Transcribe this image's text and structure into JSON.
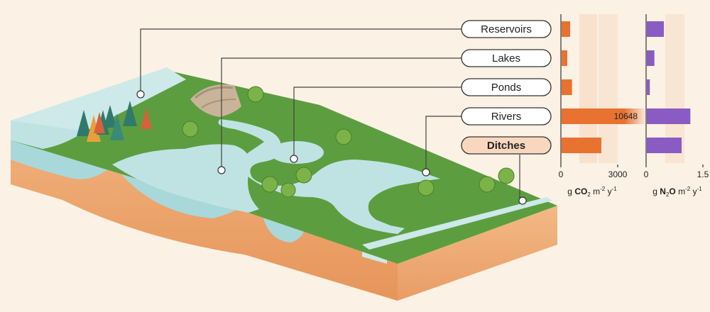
{
  "waterbodies": [
    {
      "id": "reservoirs",
      "label": "Reservoirs",
      "highlight": false
    },
    {
      "id": "lakes",
      "label": "Lakes",
      "highlight": false
    },
    {
      "id": "ponds",
      "label": "Ponds",
      "highlight": false
    },
    {
      "id": "rivers",
      "label": "Rivers",
      "highlight": false
    },
    {
      "id": "ditches",
      "label": "Ditches",
      "highlight": true
    }
  ],
  "chart_data": [
    {
      "type": "bar",
      "orientation": "horizontal",
      "categories": [
        "Reservoirs",
        "Lakes",
        "Ponds",
        "Rivers",
        "Ditches"
      ],
      "values": [
        450,
        300,
        550,
        10648,
        2100
      ],
      "data_labels": {
        "Rivers": "10648"
      },
      "xlim": [
        0,
        3000
      ],
      "xticks": [
        "0",
        "3000"
      ],
      "xlabel": {
        "prefix": "g ",
        "chem": "CO",
        "sub": "2",
        "unit": " m",
        "exp1": "-2",
        "unit2": " y",
        "exp2": "-1"
      },
      "color": "#e8722f",
      "truncated_marker": "Rivers"
    },
    {
      "type": "bar",
      "orientation": "horizontal",
      "categories": [
        "Reservoirs",
        "Lakes",
        "Ponds",
        "Rivers",
        "Ditches"
      ],
      "values": [
        0.45,
        0.2,
        0.08,
        1.15,
        0.92
      ],
      "xlim": [
        0,
        1.5
      ],
      "xticks": [
        "0",
        "1.5"
      ],
      "xlabel": {
        "prefix": "g ",
        "chem": "N",
        "sub": "2",
        "chem2": "O",
        "unit": " m",
        "exp1": "-2",
        "unit2": " y",
        "exp2": "-1"
      },
      "color": "#8a5bc2"
    }
  ],
  "colors": {
    "co2": "#e8722f",
    "n2o": "#8a5bc2",
    "water": "#bfe3e3",
    "grass": "#5c9e3f",
    "soil": "#eba36b",
    "background": "#fbf1e4",
    "band": "#f8e1cd",
    "ditches_highlight": "#f9d7be"
  }
}
